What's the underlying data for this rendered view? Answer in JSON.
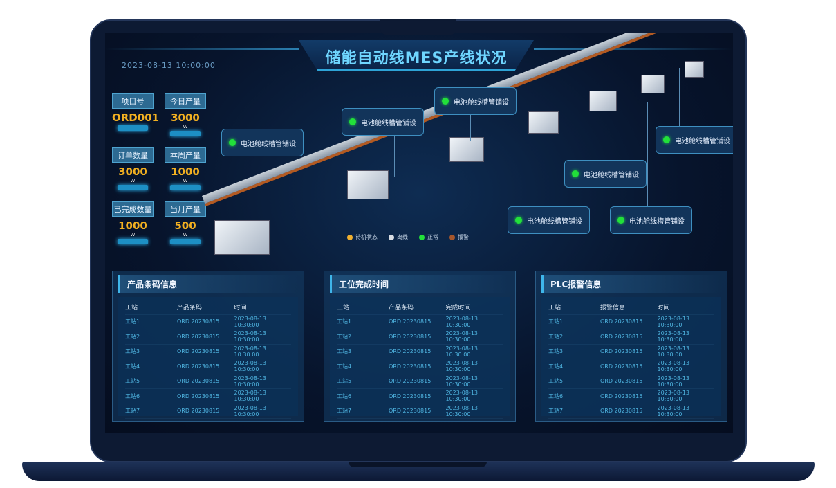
{
  "header": {
    "title": "储能自动线MES产线状况",
    "datetime": "2023-08-13 10:00:00"
  },
  "kpis": [
    {
      "label": "项目号",
      "value": "ORD001",
      "unit": ""
    },
    {
      "label": "今日产量",
      "value": "3000",
      "unit": "W"
    },
    {
      "label": "订单数量",
      "value": "3000",
      "unit": "W"
    },
    {
      "label": "本周产量",
      "value": "1000",
      "unit": "W"
    },
    {
      "label": "已完成数量",
      "value": "1000",
      "unit": "W"
    },
    {
      "label": "当月产量",
      "value": "500",
      "unit": "W"
    }
  ],
  "stations": [
    {
      "label": "电池舱线槽管铺设",
      "status_color": "#22e03a"
    },
    {
      "label": "电池舱线槽管铺设",
      "status_color": "#22e03a"
    },
    {
      "label": "电池舱线槽管铺设",
      "status_color": "#22e03a"
    },
    {
      "label": "电池舱线槽管铺设",
      "status_color": "#22e03a"
    },
    {
      "label": "电池舱线槽管铺设",
      "status_color": "#22e03a"
    },
    {
      "label": "电池舱线槽管铺设",
      "status_color": "#22e03a"
    },
    {
      "label": "电池舱线槽管铺设",
      "status_color": "#22e03a"
    }
  ],
  "legend": [
    {
      "label": "待机状态",
      "color": "#f0b030"
    },
    {
      "label": "离线",
      "color": "#d8dde4"
    },
    {
      "label": "正常",
      "color": "#22e03a"
    },
    {
      "label": "报警",
      "color": "#a5562c"
    }
  ],
  "panels": [
    {
      "title": "产品条码信息",
      "headers": [
        "工站",
        "产品条码",
        "时间"
      ],
      "rows": [
        [
          "工站1",
          "ORD 20230815",
          "2023-08-13 10:30:00"
        ],
        [
          "工站2",
          "ORD 20230815",
          "2023-08-13 10:30:00"
        ],
        [
          "工站3",
          "ORD 20230815",
          "2023-08-13 10:30:00"
        ],
        [
          "工站4",
          "ORD 20230815",
          "2023-08-13 10:30:00"
        ],
        [
          "工站5",
          "ORD 20230815",
          "2023-08-13 10:30:00"
        ],
        [
          "工站6",
          "ORD 20230815",
          "2023-08-13 10:30:00"
        ],
        [
          "工站7",
          "ORD 20230815",
          "2023-08-13 10:30:00"
        ]
      ]
    },
    {
      "title": "工位完成时间",
      "headers": [
        "工站",
        "产品条码",
        "完成时间"
      ],
      "rows": [
        [
          "工站1",
          "ORD 20230815",
          "2023-08-13 10:30:00"
        ],
        [
          "工站2",
          "ORD 20230815",
          "2023-08-13 10:30:00"
        ],
        [
          "工站3",
          "ORD 20230815",
          "2023-08-13 10:30:00"
        ],
        [
          "工站4",
          "ORD 20230815",
          "2023-08-13 10:30:00"
        ],
        [
          "工站5",
          "ORD 20230815",
          "2023-08-13 10:30:00"
        ],
        [
          "工站6",
          "ORD 20230815",
          "2023-08-13 10:30:00"
        ],
        [
          "工站7",
          "ORD 20230815",
          "2023-08-13 10:30:00"
        ]
      ]
    },
    {
      "title": "PLC报警信息",
      "headers": [
        "工站",
        "报警信息",
        "时间"
      ],
      "rows": [
        [
          "工站1",
          "ORD 20230815",
          "2023-08-13 10:30:00"
        ],
        [
          "工站2",
          "ORD 20230815",
          "2023-08-13 10:30:00"
        ],
        [
          "工站3",
          "ORD 20230815",
          "2023-08-13 10:30:00"
        ],
        [
          "工站4",
          "ORD 20230815",
          "2023-08-13 10:30:00"
        ],
        [
          "工站5",
          "ORD 20230815",
          "2023-08-13 10:30:00"
        ],
        [
          "工站6",
          "ORD 20230815",
          "2023-08-13 10:30:00"
        ],
        [
          "工站7",
          "ORD 20230815",
          "2023-08-13 10:30:00"
        ]
      ]
    }
  ]
}
